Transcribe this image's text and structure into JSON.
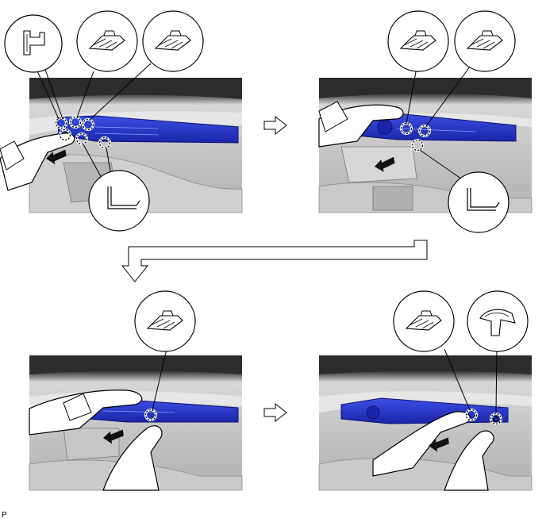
{
  "figure": {
    "corner_label": "P",
    "panels": [
      {
        "step": 1,
        "clip_type_a_marks": 3,
        "clip_type_b_marks": 3,
        "insets": 4
      },
      {
        "step": 2,
        "clip_type_a_marks": 2,
        "clip_type_b_marks": 1,
        "insets": 3
      },
      {
        "step": 3,
        "clip_type_a_marks": 1,
        "clip_type_b_marks": 0,
        "insets": 1
      },
      {
        "step": 4,
        "clip_type_a_marks": 1,
        "guide_marks": 1,
        "insets": 2
      }
    ],
    "colors": {
      "panel_component": "#2a3bd9",
      "panel_component_dark": "#1a25a8",
      "background_dark": "#2a2a2a",
      "background_light": "#c8c8c8",
      "outline": "#000000"
    }
  }
}
